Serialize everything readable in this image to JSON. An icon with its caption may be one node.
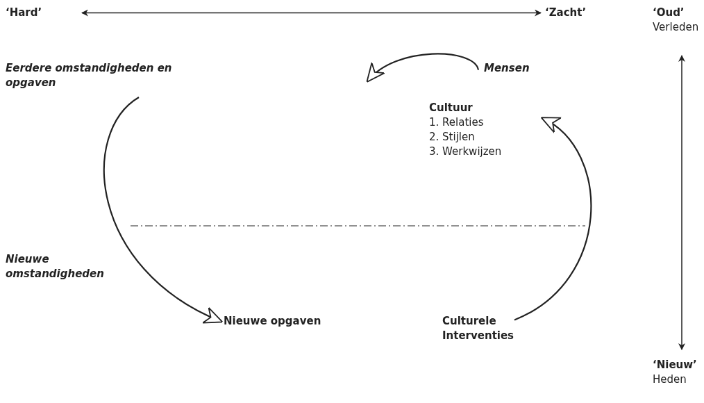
{
  "diagram": {
    "nodes": [
      {
        "text": [
          "‘Hard’"
        ]
      },
      {
        "text": [
          "‘Zacht’"
        ]
      },
      {
        "text": [
          "‘Oud’",
          "Verleden"
        ]
      },
      {
        "text": [
          "Eerdere omstandigheden en opgaven"
        ]
      },
      {
        "text": [
          "Mensen"
        ]
      },
      {
        "text": [
          "Cultuur",
          "1. Relaties",
          "2. Stijlen",
          "3. Werkwijzen"
        ]
      },
      {
        "text": [
          "Nieuwe omstandigheden"
        ]
      },
      {
        "text": [
          "Nieuwe opgaven"
        ]
      },
      {
        "text": [
          "Culturele Interventies"
        ]
      },
      {
        "text": [
          "‘Nieuw’",
          "Heden"
        ]
      }
    ],
    "edges": [
      {
        "from": 0,
        "to": 1,
        "arrow": "both"
      },
      {
        "from": 2,
        "to": 9,
        "arrow": "both"
      },
      {
        "from": 4,
        "to": null,
        "arrow": "to"
      },
      {
        "from": 3,
        "to": 7,
        "arrow": "to"
      },
      {
        "from": 8,
        "to": 5,
        "arrow": "to"
      }
    ]
  }
}
